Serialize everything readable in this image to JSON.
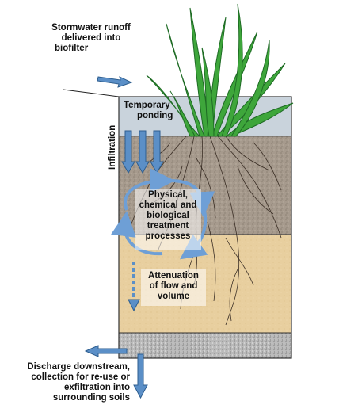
{
  "labels": {
    "runoff": [
      "Stormwater runoff",
      "delivered into",
      "biofilter"
    ],
    "ponding": [
      "Temporary",
      "ponding"
    ],
    "infiltration": "Infiltration",
    "treatment": [
      "Physical,",
      "chemical and",
      "biological",
      "treatment",
      "processes"
    ],
    "attenuation": [
      "Attenuation",
      "of flow and",
      "volume"
    ],
    "discharge": [
      "Discharge downstream,",
      "collection for re-use or",
      "exfiltration into",
      "surrounding soils"
    ]
  },
  "colors": {
    "ponding": "#c9d3dc",
    "topsoil": "#a69a8d",
    "sand": "#e8cf9f",
    "gravel": "#b9b9b9",
    "grass": "#3ea63b",
    "grass_dark": "#1e6b24",
    "arrow": "#5b8fc7",
    "arrow_outline": "#2e5e8f",
    "roots": "#3a2e25",
    "cycle_arrow": "#6e9fd6"
  }
}
